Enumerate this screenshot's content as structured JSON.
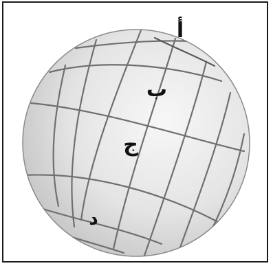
{
  "labels": {
    "a": "أ",
    "b": "ب",
    "c": "ج",
    "d": "د"
  }
}
